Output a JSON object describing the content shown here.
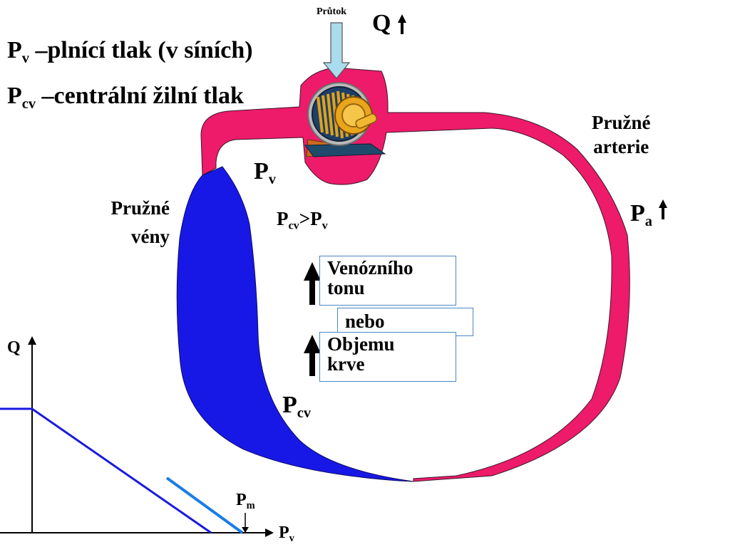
{
  "header": {
    "line1": {
      "sym": "P",
      "sub": "v",
      "text": " –plnící tlak (v síních)"
    },
    "line2": {
      "sym": "P",
      "sub": "cv",
      "text": " –centrální žilní tlak"
    }
  },
  "flow": {
    "label": "Průtok",
    "q": "Q"
  },
  "labels": {
    "arteries": [
      "Pružné",
      "arterie"
    ],
    "veins": [
      "Pružné",
      "vény"
    ],
    "pv": {
      "sym": "P",
      "sub": "v"
    },
    "pcv": {
      "sym": "P",
      "sub": "cv"
    },
    "pa": {
      "sym": "P",
      "sub": "a"
    },
    "cmp": {
      "a": "P",
      "a_sub": "cv",
      "op": ">",
      "b": "P",
      "b_sub": "v"
    }
  },
  "boxes": {
    "venous": [
      "Venózního",
      "tonu"
    ],
    "or": "nebo",
    "volume": [
      "Objemu",
      "krve"
    ]
  },
  "graph": {
    "ylabel": "Q",
    "xlabel": {
      "sym": "P",
      "sub": "v"
    },
    "marker": {
      "sym": "P",
      "sub": "m"
    }
  },
  "colors": {
    "artery": "#ee1a6a",
    "vein": "#1818e6",
    "graph_line1": "#1a1ae0",
    "graph_line2": "#1a7de6",
    "box_border": "#4a86c8",
    "flow_arrow": "#a9dcec"
  }
}
